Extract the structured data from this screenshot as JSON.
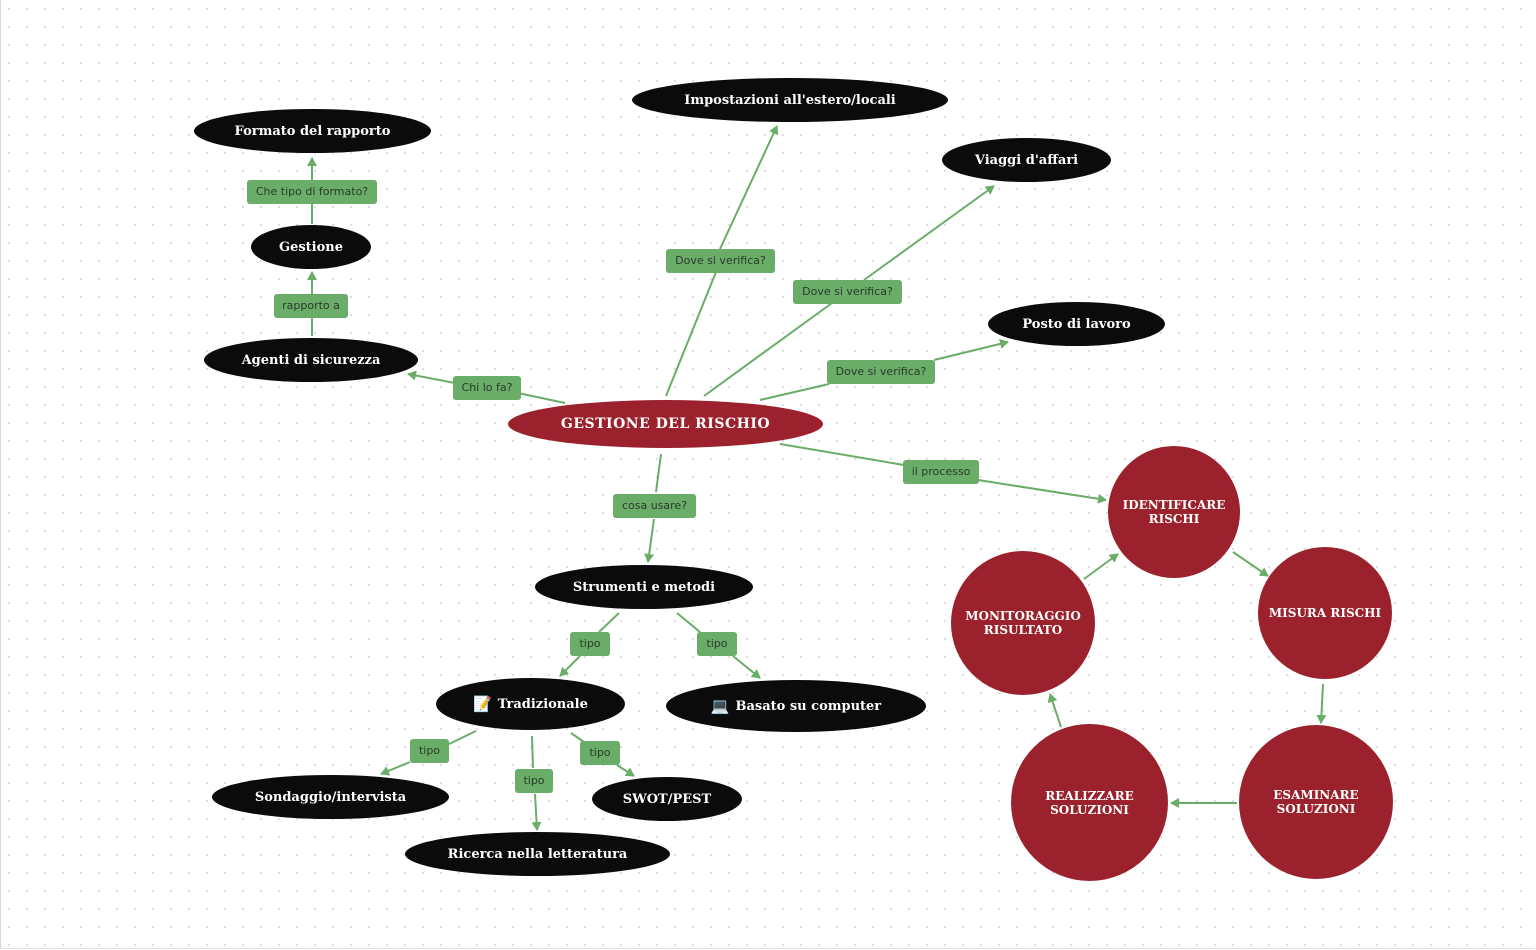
{
  "central": "GESTIONE DEL RISCHIO",
  "nodes": {
    "formato": "Formato del rapporto",
    "gestione": "Gestione",
    "agenti": "Agenti di sicurezza",
    "impostazioni": "Impostazioni all'estero/locali",
    "viaggi": "Viaggi d'affari",
    "posto": "Posto di lavoro",
    "strumenti": "Strumenti e metodi",
    "tradizionale": "Tradizionale",
    "tradizionale_icon": "memo-icon",
    "computer": "Basato su computer",
    "computer_icon": "laptop-icon",
    "sondaggio": "Sondaggio/intervista",
    "ricerca": "Ricerca nella letteratura",
    "swot": "SWOT/PEST"
  },
  "cycle": {
    "identificare": "IDENTIFICARE RISCHI",
    "misura": "MISURA RISCHI",
    "esaminare": "ESAMINARE SOLUZIONI",
    "realizzare": "REALIZZARE SOLUZIONI",
    "monitoraggio": "MONITORAGGIO RISULTATO"
  },
  "labels": {
    "che_tipo": "Che tipo di formato?",
    "rapporto_a": "rapporto a",
    "chi_lo_fa": "Chi lo fa?",
    "dove1": "Dove si verifica?",
    "dove2": "Dove si verifica?",
    "dove3": "Dove si verifica?",
    "il_processo": "il processo",
    "cosa_usare": "cosa usare?",
    "tipo1": "tipo",
    "tipo2": "tipo",
    "tipo3": "tipo",
    "tipo4": "tipo",
    "tipo5": "tipo"
  },
  "colors": {
    "central": "#9b222c",
    "node": "#0b0b0b",
    "label": "#69ad68",
    "edge": "#69ad68"
  }
}
